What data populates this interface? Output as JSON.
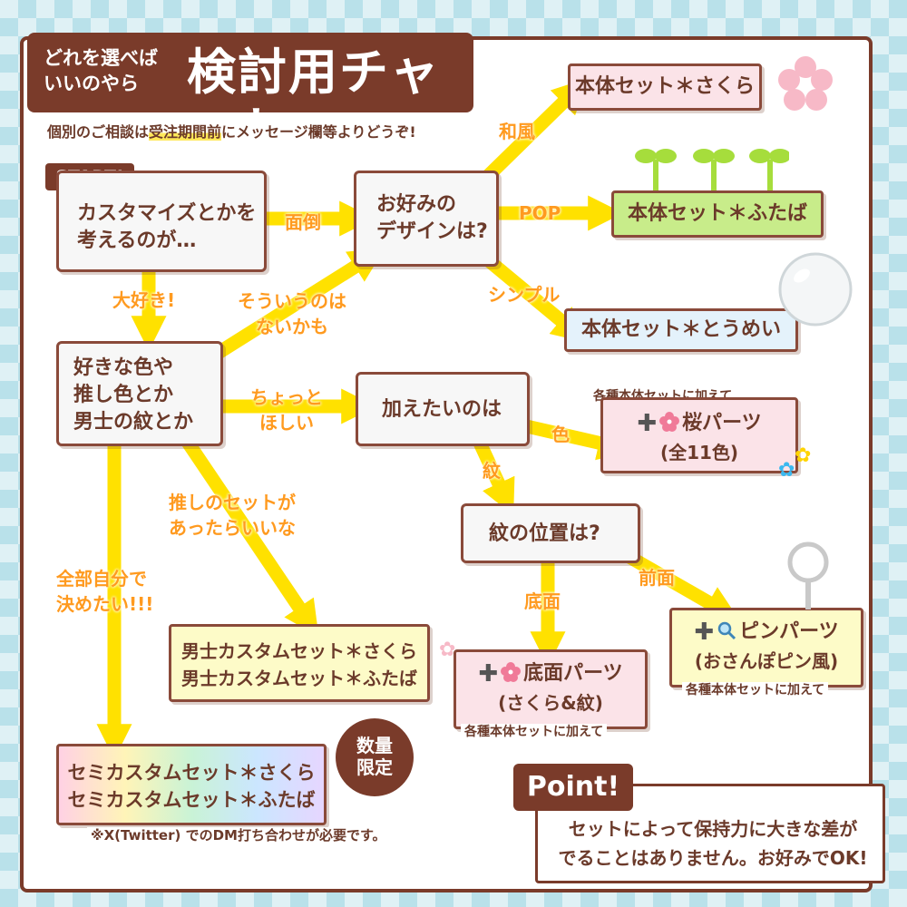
{
  "title": {
    "pre_line1": "どれを選べば",
    "pre_line2": "いいのやら",
    "main": "検討用チャート"
  },
  "subtitle": {
    "before": "個別のご相談は",
    "highlight": "受注期間前",
    "after": "にメッセージ欄等よりどうぞ!"
  },
  "start_tag": "START!",
  "nodes": {
    "start": {
      "line1": "カスタマイズとかを",
      "line2": "考えるのが…"
    },
    "design": {
      "line1": "お好みの",
      "line2": "デザインは?"
    },
    "like": {
      "line1": "好きな色や",
      "line2": "推し色とか",
      "line3": "男士の紋とか"
    },
    "add": {
      "line1": "加えたいのは"
    },
    "mon_pos": {
      "line1": "紋の位置は?"
    }
  },
  "labels": {
    "mendou": "面倒",
    "daisuki": "大好き!",
    "souiu_1": "そういうのは",
    "souiu_2": "ないかも",
    "wafu": "和風",
    "pop": "POP",
    "simple": "シンプル",
    "chotto_1": "ちょっと",
    "chotto_2": "ほしい",
    "iro": "色",
    "mon": "紋",
    "oshi_1": "推しのセットが",
    "oshi_2": "あったらいいな",
    "zenbu_1": "全部自分で",
    "zenbu_2": "決めたい!!!",
    "teimen": "底面",
    "zenmen": "前面"
  },
  "results": {
    "sakura": "本体セット＊さくら",
    "futaba": "本体セット＊ふたば",
    "toumei": "本体セット＊とうめい",
    "sakura_parts_note": "各種本体セットに加えて",
    "sakura_parts_1": "桜パーツ",
    "sakura_parts_2": "(全11色)",
    "danshi_1": "男士カスタムセット＊さくら",
    "danshi_2": "男士カスタムセット＊ふたば",
    "teimen_parts_1": "底面パーツ",
    "teimen_parts_2": "(さくら&紋)",
    "teimen_parts_note": "各種本体セットに加えて",
    "pin_parts_1": "ピンパーツ",
    "pin_parts_2": "(おさんぽピン風)",
    "pin_parts_note": "各種本体セットに加えて",
    "semi_1": "セミカスタムセット＊さくら",
    "semi_2": "セミカスタムセット＊ふたば",
    "semi_note": "※X(Twitter) でのDM打ち合わせが必要です。"
  },
  "badge": {
    "line1": "数量",
    "line2": "限定"
  },
  "point": {
    "tag": "Point!",
    "line1": "セットによって保持力に大きな差が",
    "line2": "でることはありません。お好みでOK!"
  },
  "colors": {
    "arrow": "#ffe100",
    "brown": "#7a3b2a",
    "label": "#ff9a1f",
    "pink": "#fbe3e8",
    "green": "#c8ec8a",
    "blue": "#e4f2fb",
    "yellow": "#fdfbc8"
  }
}
